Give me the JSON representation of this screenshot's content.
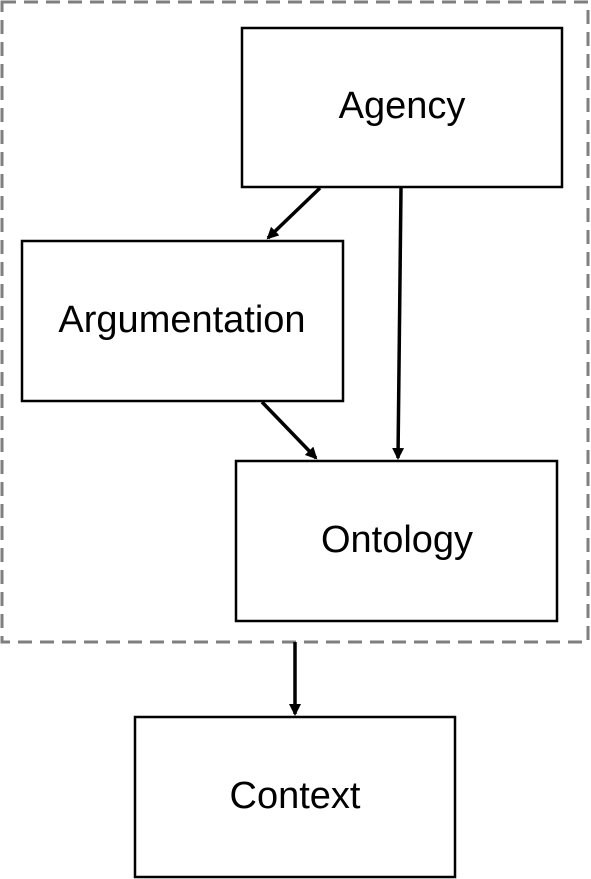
{
  "diagram": {
    "nodes": {
      "agency": {
        "label": "Agency"
      },
      "argumentation": {
        "label": "Argumentation"
      },
      "ontology": {
        "label": "Ontology"
      },
      "context": {
        "label": "Context"
      }
    },
    "edges": [
      {
        "from": "agency",
        "to": "argumentation"
      },
      {
        "from": "agency",
        "to": "ontology"
      },
      {
        "from": "argumentation",
        "to": "ontology"
      },
      {
        "from": "group",
        "to": "context"
      }
    ],
    "group": {
      "members": [
        "agency",
        "argumentation",
        "ontology"
      ],
      "style": "dashed"
    },
    "colors": {
      "stroke": "#000000",
      "group_border": "#7f7f7f",
      "background": "#ffffff"
    }
  }
}
